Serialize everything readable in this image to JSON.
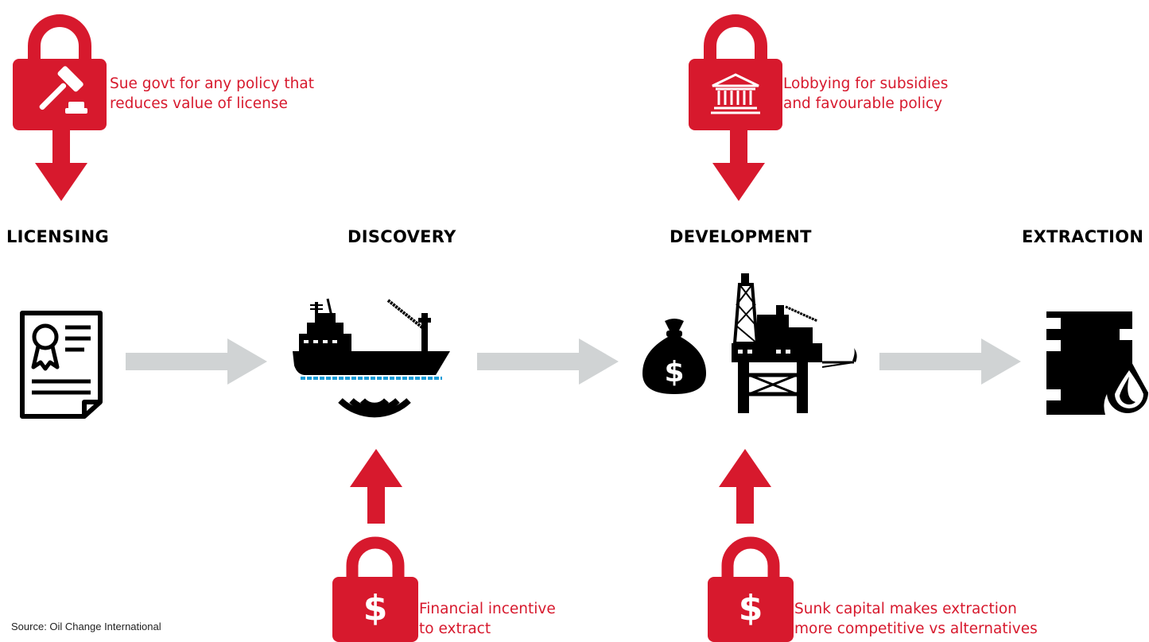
{
  "stages": [
    {
      "label": "LICENSING"
    },
    {
      "label": "DISCOVERY"
    },
    {
      "label": "DEVELOPMENT"
    },
    {
      "label": "EXTRACTION"
    }
  ],
  "locks": [
    {
      "icon": "gavel-icon",
      "lines": [
        "Sue govt for any policy that",
        "reduces value of license"
      ]
    },
    {
      "icon": "government-building-icon",
      "lines": [
        "Lobbying for subsidies",
        "and favourable policy"
      ]
    },
    {
      "icon": "dollar-icon",
      "lines": [
        "Financial incentive",
        "to extract"
      ]
    },
    {
      "icon": "dollar-icon",
      "lines": [
        "Sunk capital makes extraction",
        "more competitive vs alternatives"
      ]
    }
  ],
  "source": "Source: Oil Change International",
  "colors": {
    "lock_red": "#d7192d",
    "arrow_grey": "#d0d3d4",
    "water_blue": "#1a9cd8",
    "caption_blue": "#1f8fd6"
  },
  "icons": [
    "license-document-icon",
    "survey-ship-icon",
    "sonar-waves-icon",
    "money-bag-icon",
    "oil-platform-icon",
    "oil-barrel-drop-icon"
  ]
}
